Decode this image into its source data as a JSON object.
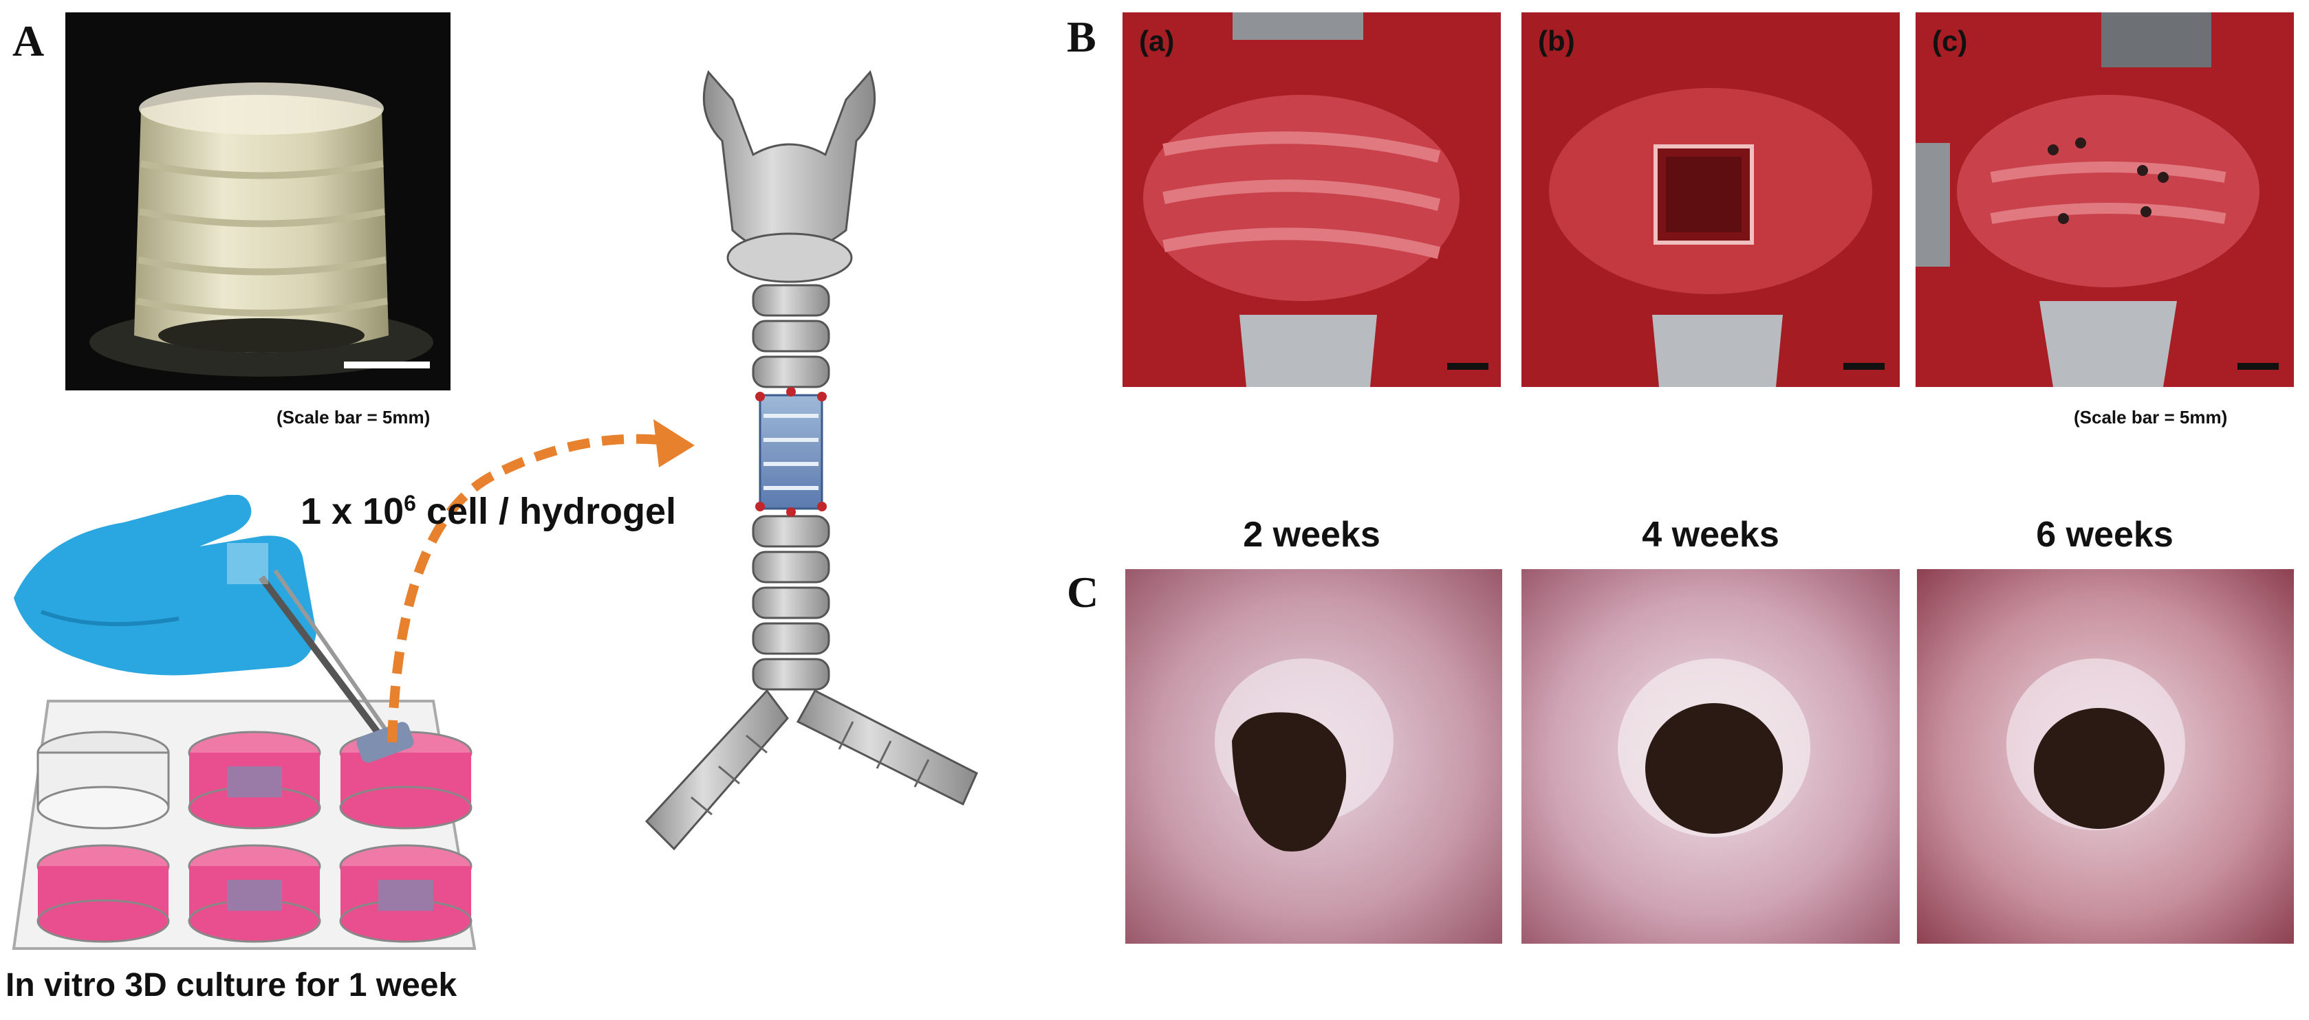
{
  "panels": {
    "a": {
      "letter": "A",
      "scale_note": "(Scale bar = 5mm)"
    },
    "b": {
      "letter": "B",
      "scale_note": "(Scale bar = 5mm)",
      "sub_labels": [
        "(a)",
        "(b)",
        "(c)"
      ]
    },
    "c": {
      "letter": "C",
      "timepoints": [
        "2 weeks",
        "4 weeks",
        "6 weeks"
      ]
    }
  },
  "annotations": {
    "cell_density_prefix": "1 x 10",
    "cell_density_exponent": "6",
    "cell_density_suffix": " cell / hydrogel",
    "culture_caption": "In vitro 3D culture for 1 week"
  },
  "colors": {
    "arrow": "#e8812e",
    "glove": "#2aa7e0",
    "medium": "#e94f8e",
    "tissue": "#c0262a",
    "scaffold": "#e6e2c8"
  }
}
